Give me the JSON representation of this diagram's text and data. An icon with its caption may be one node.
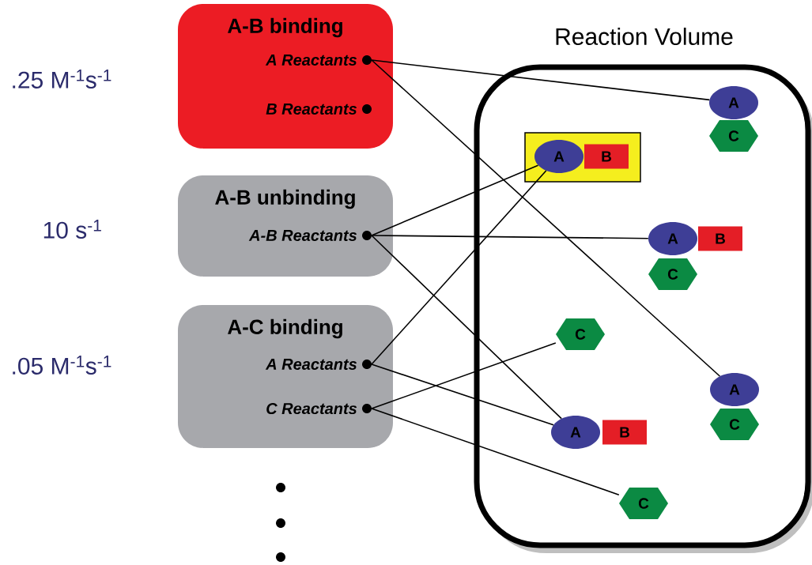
{
  "diagram": {
    "nodes": [
      {
        "text": [
          "A-B binding"
        ],
        "beside": [
          ".25 M$^{-1}$s$^{-1}$"
        ]
      },
      {
        "text": [
          "A Reactants"
        ],
        "in": 0
      },
      {
        "text": [
          "B Reactants"
        ],
        "in": 0
      },
      {
        "text": [
          "A-B unbinding"
        ],
        "beside": [
          "10 s$^{-1}$"
        ]
      },
      {
        "text": [
          "A-B Reactants"
        ],
        "in": 3
      },
      {
        "text": [
          "A-C binding"
        ],
        "beside": [
          ".05 M$^{-1}$s$^{-1}$"
        ]
      },
      {
        "text": [
          "A Reactants"
        ],
        "in": 5
      },
      {
        "text": [
          "C Reactants"
        ],
        "in": 5
      },
      {
        "text": [
          "Reaction Volume"
        ]
      },
      {
        "text": [
          "A"
        ],
        "in": 8
      },
      {
        "text": [
          "C"
        ],
        "in": 8
      },
      {
        "text": [],
        "shape": "box",
        "in": 8
      },
      {
        "text": [
          "A"
        ],
        "in": 11
      },
      {
        "text": [
          "B"
        ],
        "in": 11
      },
      {
        "text": [
          "A"
        ],
        "in": 8
      },
      {
        "text": [
          "B"
        ],
        "in": 8
      },
      {
        "text": [
          "C"
        ],
        "in": 8
      },
      {
        "text": [
          "C"
        ],
        "in": 8
      },
      {
        "text": [
          "A"
        ],
        "in": 8
      },
      {
        "text": [
          "C"
        ],
        "in": 8
      },
      {
        "text": [
          "A"
        ],
        "in": 8
      },
      {
        "text": [
          "B"
        ],
        "in": 8
      },
      {
        "text": [
          "C"
        ],
        "in": 8
      },
      {
        "text": [],
        "shape": "circle"
      },
      {
        "text": [],
        "shape": "circle"
      },
      {
        "text": [],
        "shape": "circle"
      }
    ],
    "edges": [
      {
        "from": 1,
        "to": 9,
        "arrow": "none"
      },
      {
        "from": 1,
        "to": 18,
        "arrow": "none"
      },
      {
        "from": 4,
        "to": 12,
        "arrow": "none"
      },
      {
        "from": 4,
        "to": 14,
        "arrow": "none"
      },
      {
        "from": 4,
        "to": 20,
        "arrow": "none"
      },
      {
        "from": 6,
        "to": 12,
        "arrow": "none"
      },
      {
        "from": 6,
        "to": 20,
        "arrow": "none"
      },
      {
        "from": 7,
        "to": 17,
        "arrow": "none"
      },
      {
        "from": 7,
        "to": 22,
        "arrow": "none"
      }
    ]
  }
}
